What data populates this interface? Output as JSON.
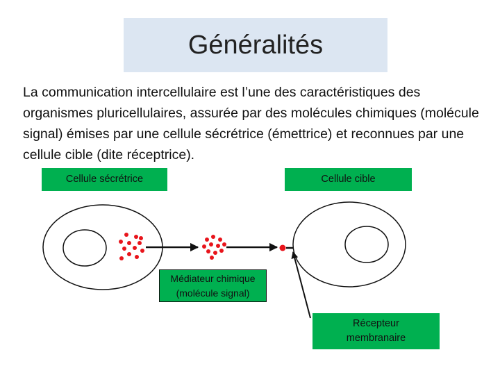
{
  "title": "Généralités",
  "intro_text": "La communication intercellulaire est l’une des caractéristiques des organismes pluricellulaires, assurée par des molécules chimiques (molécule signal) émises par une cellule sécrétrice (émettrice) et reconnues par une cellule cible (dite réceptrice).",
  "labels": {
    "secretory_cell": "Cellule sécrétrice",
    "target_cell": "Cellule cible",
    "mediator_line1": "Médiateur chimique",
    "mediator_line2": "(molécule signal)",
    "receptor_line1": "Récepteur",
    "receptor_line2": "membranaire"
  },
  "colors": {
    "label_background": "#00b050",
    "title_background": "#dce6f2",
    "molecule": "#e8141b"
  }
}
